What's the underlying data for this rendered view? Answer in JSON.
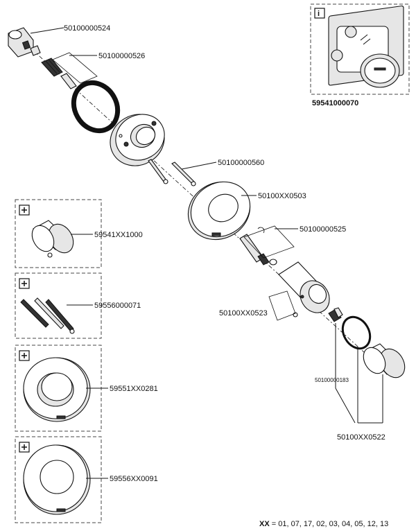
{
  "parts": {
    "p524": "50100000524",
    "p526": "50100000526",
    "p560": "50100000560",
    "p503": "50100XX0503",
    "p525": "50100000525",
    "p523": "50100XX0523",
    "p183": "50100000183",
    "p522": "50100XX0522"
  },
  "info_box": {
    "icon": "i",
    "part": "59541000070"
  },
  "options": [
    {
      "icon": "+",
      "part": "59541XX1000"
    },
    {
      "icon": "+",
      "part": "59556000071"
    },
    {
      "icon": "+",
      "part": "59551XX0281"
    },
    {
      "icon": "+",
      "part": "59556XX0091"
    }
  ],
  "footer": {
    "prefix": "XX",
    "values": " = 01, 07, 17, 02, 03, 04, 05, 12, 13"
  },
  "icons": [
    "info-icon",
    "plus-icon"
  ]
}
